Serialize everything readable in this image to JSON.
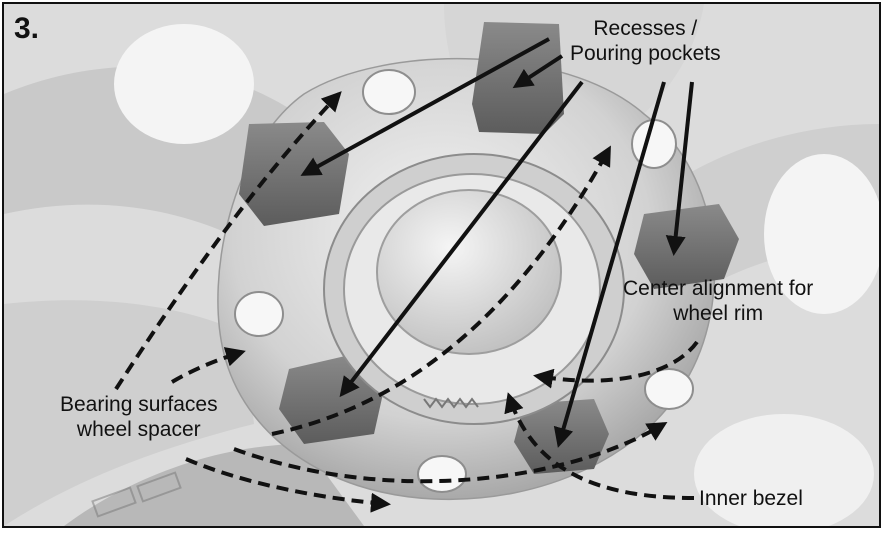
{
  "panel_number": "3.",
  "labels": {
    "recesses": [
      "Recesses /",
      "Pouring pockets"
    ],
    "center_alignment": [
      "Center alignment for",
      "wheel rim"
    ],
    "bearing_surfaces": [
      "Bearing surfaces",
      "wheel spacer"
    ],
    "inner_bezel": "Inner bezel"
  },
  "colors": {
    "ink": "#111111",
    "metal_light": "#e6e6e6",
    "metal_mid": "#bdbdbd",
    "metal_dark": "#7a7a7a",
    "pocket": "#6e6e6e",
    "background_tire": "#f2f2f2"
  }
}
